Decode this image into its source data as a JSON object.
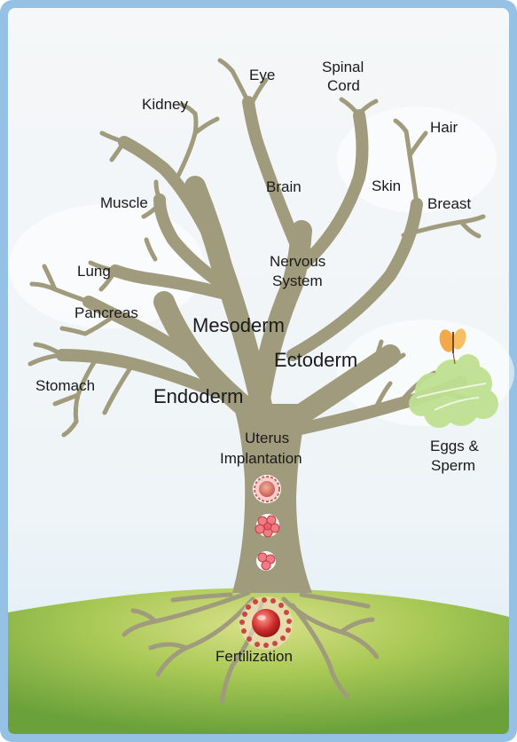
{
  "colors": {
    "frame": "#8fbfe4",
    "sky_top": "#f4f6f7",
    "sky_bottom": "#dfeef7",
    "grass": "#7eaf3f",
    "trunk": "#9e9a7a",
    "leaves": "#b9dc88",
    "butterfly": "#f0a64a",
    "cell": "#d9585c"
  },
  "labels": {
    "kidney": "Kidney",
    "eye": "Eye",
    "spinal_cord_line1": "Spinal",
    "spinal_cord_line2": "Cord",
    "hair": "Hair",
    "muscle": "Muscle",
    "brain": "Brain",
    "skin": "Skin",
    "breast": "Breast",
    "lung": "Lung",
    "nervous_system_line1": "Nervous",
    "nervous_system_line2": "System",
    "pancreas": "Pancreas",
    "mesoderm": "Mesoderm",
    "ectoderm": "Ectoderm",
    "stomach": "Stomach",
    "endoderm": "Endoderm",
    "uterus_line1": "Uterus",
    "uterus_line2": "Implantation",
    "eggs_line1": "Eggs &",
    "eggs_line2": "Sperm",
    "fertilization": "Fertilization"
  }
}
